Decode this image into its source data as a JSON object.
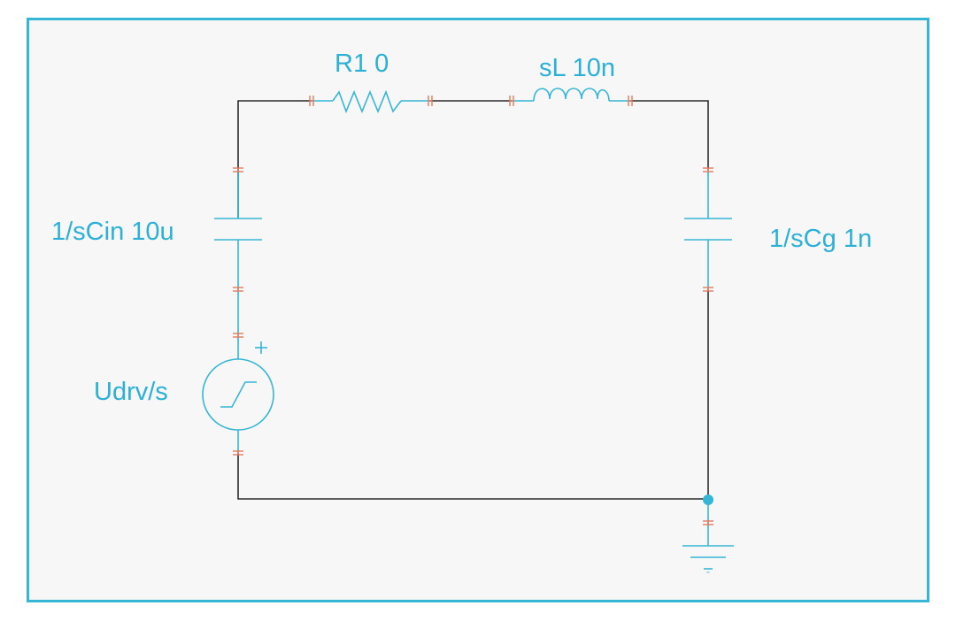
{
  "components": {
    "resistor": {
      "label": "R1 0"
    },
    "inductor": {
      "label": "sL 10n"
    },
    "input_capacitor": {
      "label": "1/sCin 10u"
    },
    "gate_capacitor": {
      "label": "1/sCg 1n"
    },
    "source": {
      "label": "Udrv/s",
      "polarity_plus": "+",
      "polarity_minus": "-"
    }
  },
  "colors": {
    "component": "#35b6d6",
    "wire": "#2b2b2b",
    "terminal_marker": "#e07a5f",
    "border": "#35b6d6",
    "background": "#f8f7f7"
  }
}
